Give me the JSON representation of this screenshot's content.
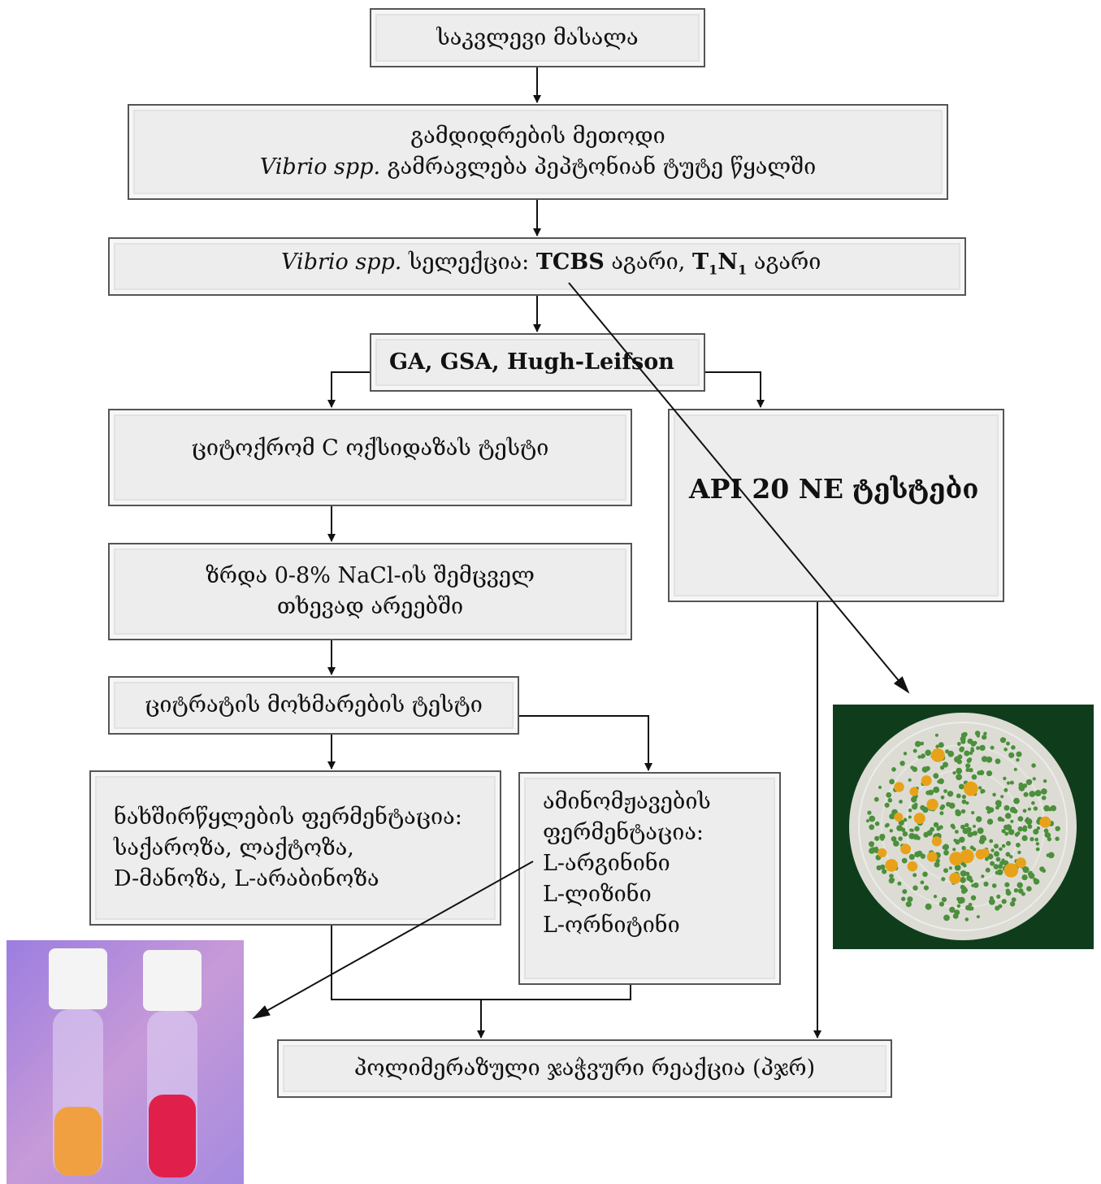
{
  "boxes": {
    "sample": "საკვლევი მასალა",
    "enrichment": {
      "line1": "გამდიდრების მეთოდი",
      "genus": "Vibrio spp.",
      "line2_rest": " გამრავლება პეპტონიან ტუტე წყალში"
    },
    "selection": {
      "genus": "Vibrio spp.",
      "text": " სელექცია: ",
      "tcbs": "TCBS",
      "agar1": " აგარი, ",
      "t": "T",
      "sub1": "1",
      "n": "N",
      "sub2": "1",
      "agar2": " აგარი"
    },
    "media": "GA, GSA, Hugh-Leifson",
    "oxidase": "ციტოქრომ C ოქსიდაზას ტესტი",
    "api": "API 20 NE ტესტები",
    "growth": {
      "line1": "ზრდა 0-8% NaCl-ის შემცველ",
      "line2": "თხევად არეებში"
    },
    "citrate": "ციტრატის მოხმარების ტესტი",
    "carbohydrates": {
      "line1": "ნახშირწყლების ფერმენტაცია:",
      "line2": "საქაროზა, ლაქტოზა,",
      "line3": "D-მანოზა, L-არაბინოზა"
    },
    "aminoacids": {
      "line1": "ამინომჟავების",
      "line2": "ფერმენტაცია:",
      "line3": "L-არგინინი",
      "line4": "L-ლიზინი",
      "line5": "L-ორნიტინი"
    },
    "pcr": "პოლიმერაზული ჯაჭვური რეაქცია (პჯრ)"
  },
  "photos": {
    "agar_plate": {
      "background": "#0f3d1c",
      "plate": "#dcdcd4",
      "colony_green": "#4c8f3c",
      "colony_yellow": "#e8a21a"
    },
    "test_tubes": {
      "background": "#b58ad8",
      "liquid_left": "#f0a040",
      "liquid_right": "#e0204a"
    }
  }
}
